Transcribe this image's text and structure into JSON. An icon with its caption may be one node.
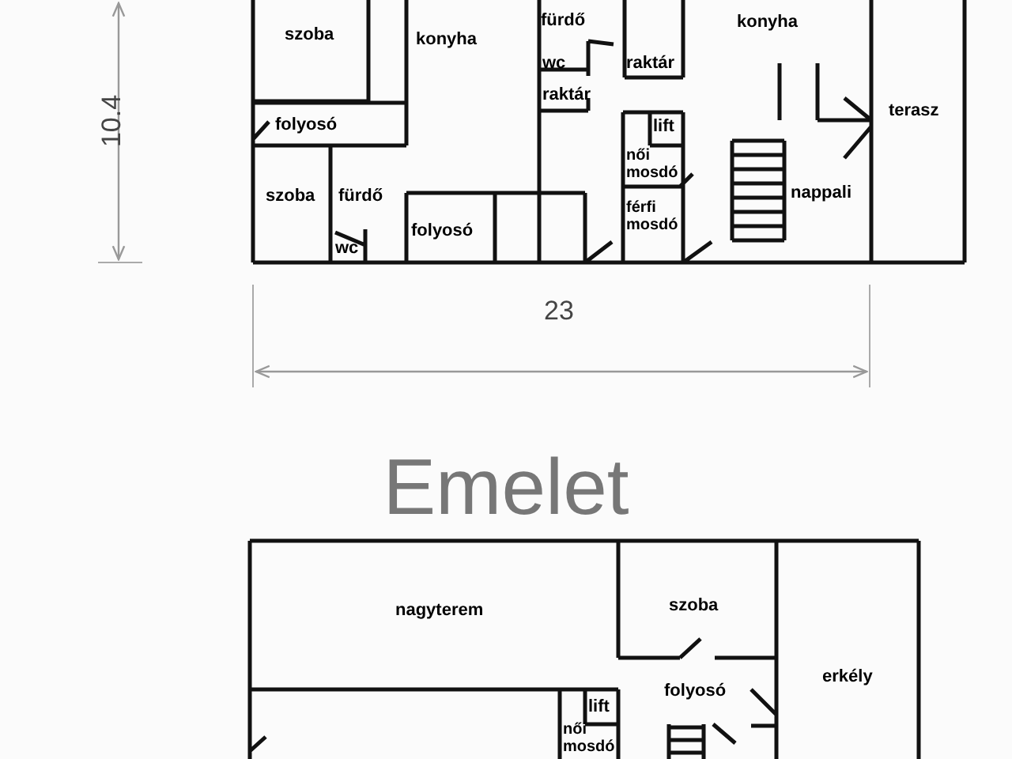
{
  "diagram": {
    "title": "Emelet",
    "labels": [
      "szoba",
      "konyha",
      "fürdő",
      "konyha",
      "wc",
      "raktár",
      "raktár",
      "folyosó",
      "terasz",
      "lift",
      "női mosdó",
      "férfi mosdó",
      "szoba",
      "fürdő",
      "nappali",
      "wc",
      "folyosó",
      "10.4",
      "23",
      "nagyterem",
      "szoba",
      "folyosó",
      "erkély",
      "lift",
      "női mosdó"
    ]
  }
}
